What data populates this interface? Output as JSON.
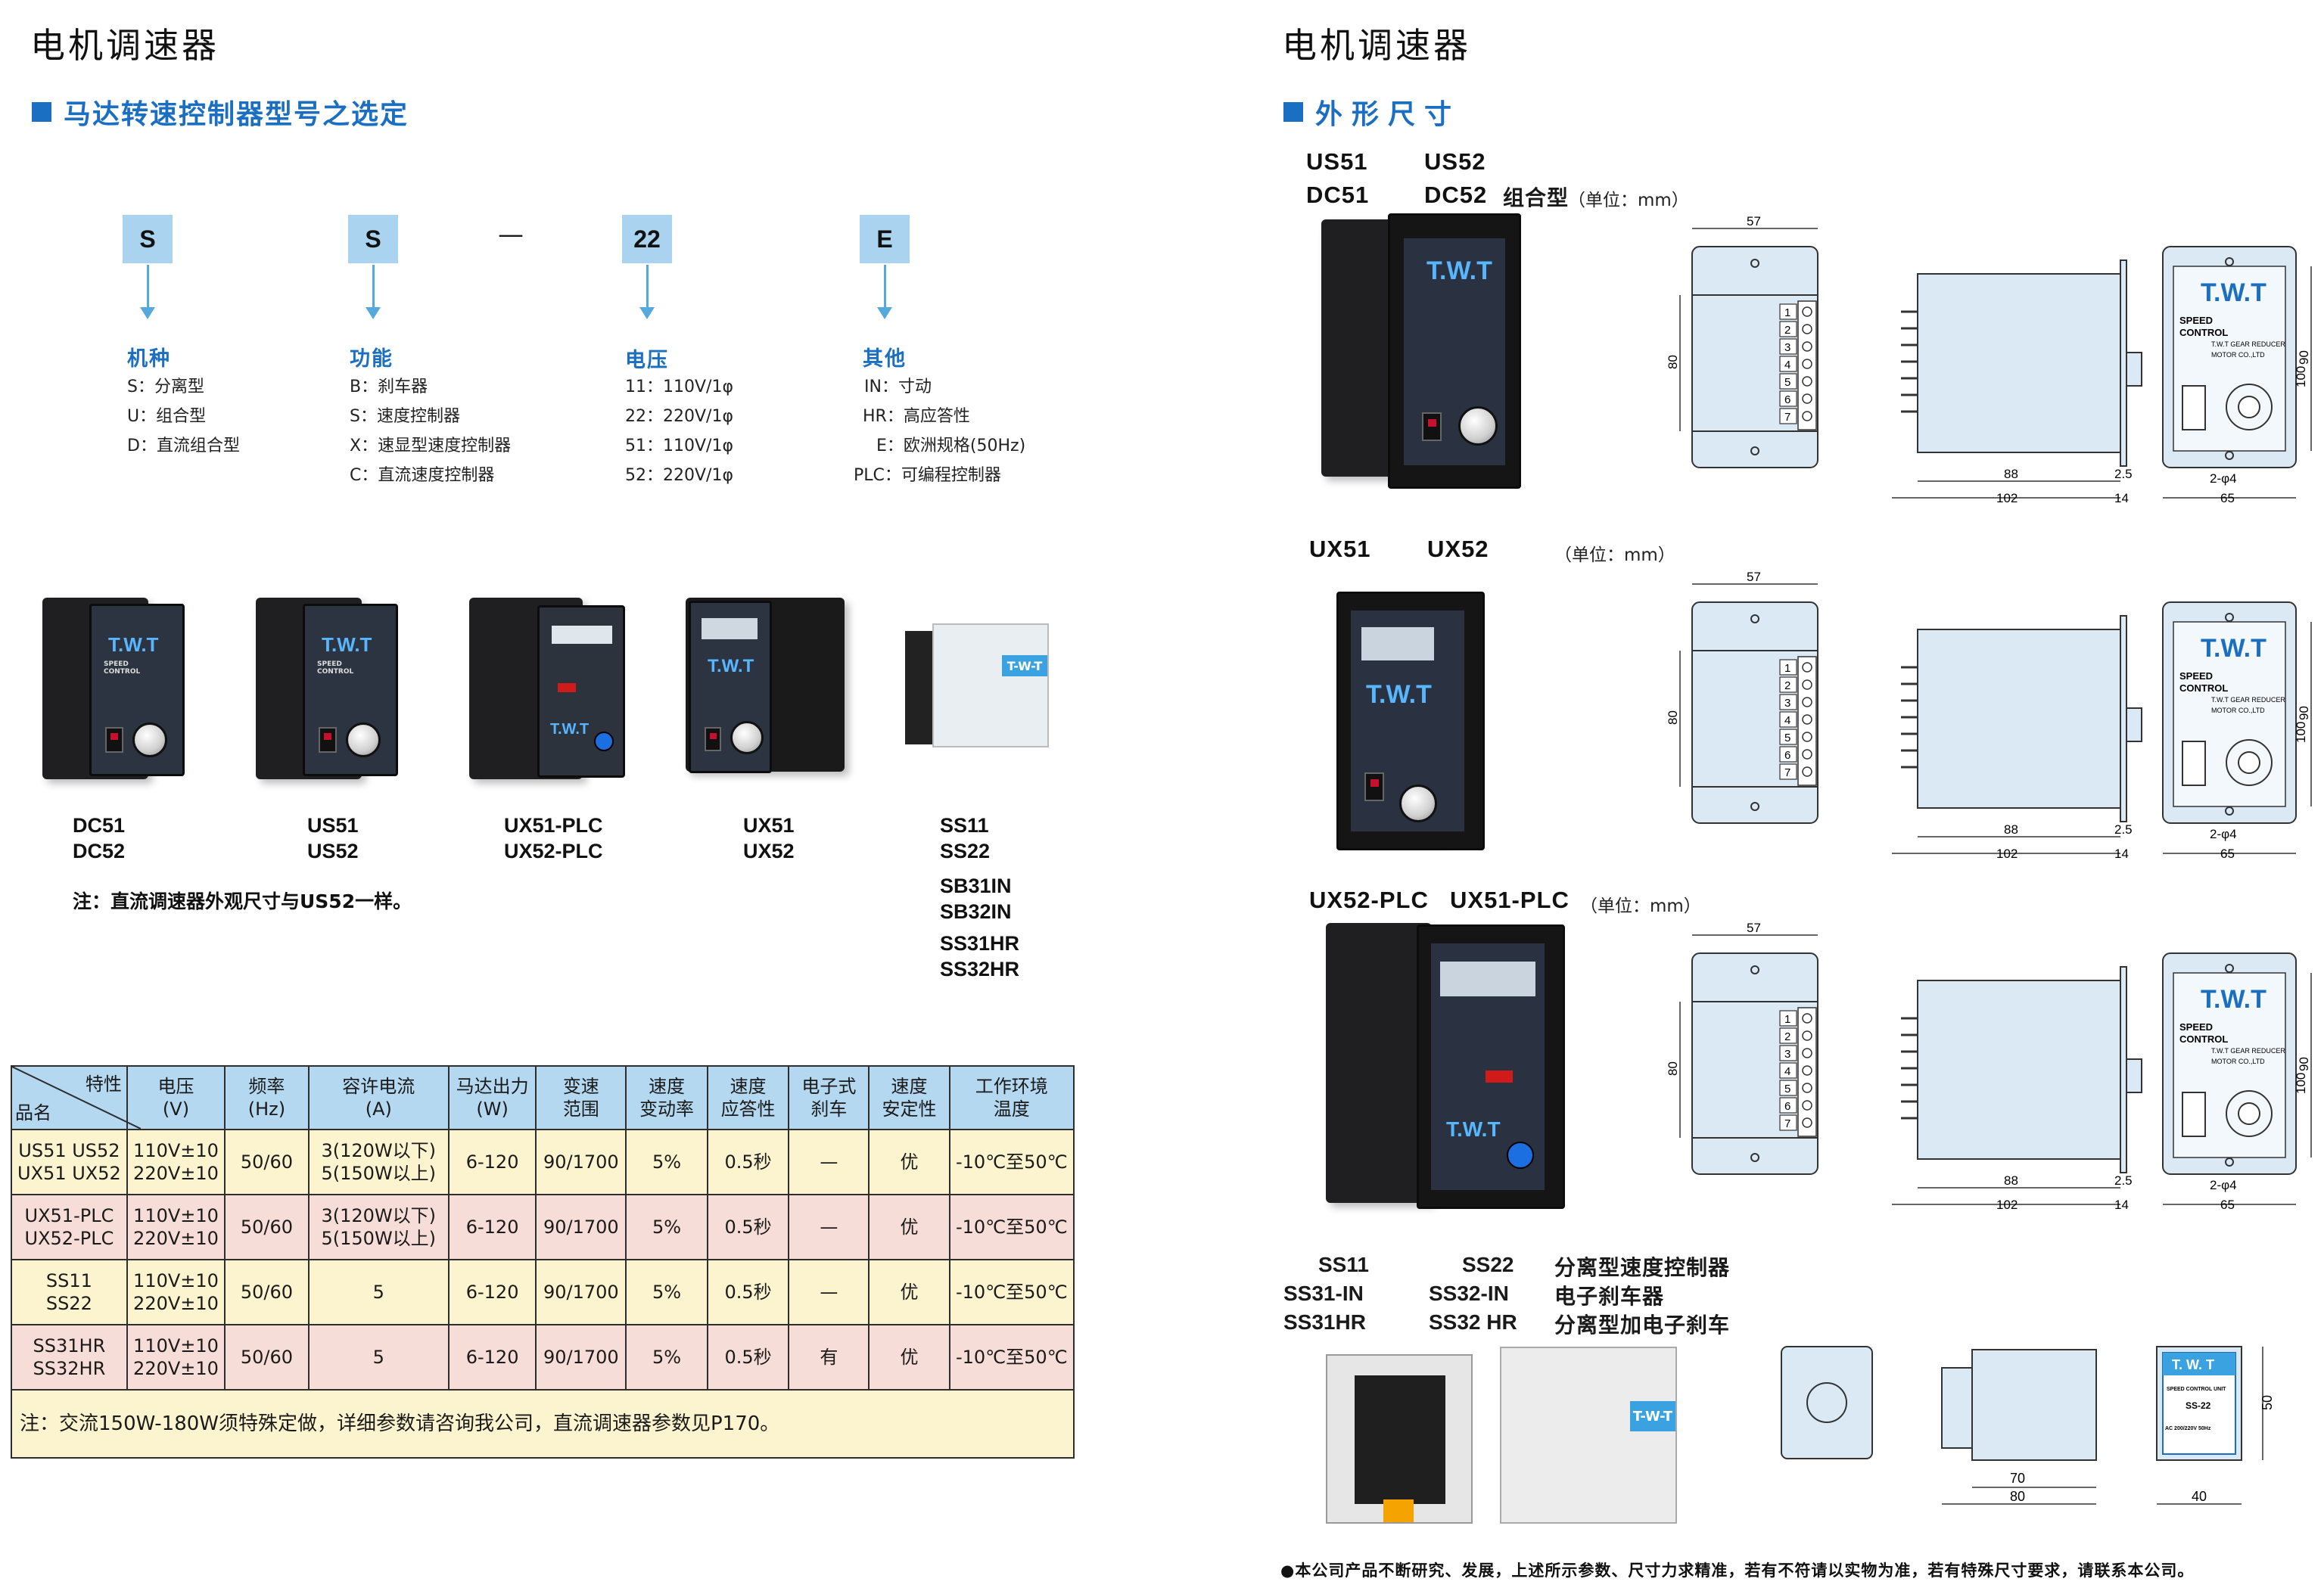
{
  "left": {
    "title": "电机调速器",
    "section": "马达转速控制器型号之选定",
    "codes": [
      {
        "letter": "S",
        "head": "机种",
        "lines": [
          "S：分离型",
          "U：组合型",
          "D：直流组合型"
        ]
      },
      {
        "letter": "S",
        "head": "功能",
        "lines": [
          "B：刹车器",
          "S：速度控制器",
          "X：速显型速度控制器",
          "C：直流速度控制器"
        ]
      },
      {
        "letter": "22",
        "head": "电压",
        "lines": [
          "11：110V/1φ",
          "22：220V/1φ",
          "51：110V/1φ",
          "52：220V/1φ"
        ]
      },
      {
        "letter": "E",
        "head": "其他",
        "lines": [
          "IN：寸动",
          "HR：高应答性",
          "E：欧洲规格(50Hz)",
          "PLC：可编程控制器"
        ]
      }
    ],
    "dash": "—",
    "products": [
      {
        "lines": [
          "DC51",
          "DC52"
        ]
      },
      {
        "lines": [
          "US51",
          "US52"
        ]
      },
      {
        "lines": [
          "UX51-PLC",
          "UX52-PLC"
        ]
      },
      {
        "lines": [
          "UX51",
          "UX52"
        ]
      },
      {
        "lines": [
          "SS11",
          "SS22",
          "SB31IN",
          "SB32IN",
          "SS31HR",
          "SS32HR"
        ]
      }
    ],
    "brand": "T.W.T",
    "brand_ss": "T-W-T",
    "speed_control": "SPEED CONTROL",
    "dc_note": "注：直流调速器外观尺寸与US52一样。",
    "table": {
      "header_top_right": "特性",
      "header_bottom_left": "品名",
      "columns": [
        "电压\n(V)",
        "频率\n(Hz)",
        "容许电流\n(A)",
        "马达出力\n(W)",
        "变速\n范围",
        "速度\n变动率",
        "速度\n应答性",
        "电子式\n刹车",
        "速度\n安定性",
        "工作环境\n温度"
      ],
      "rows": [
        [
          "US51  US52\nUX51  UX52",
          "110V±10\n220V±10",
          "50/60",
          "3(120W以下)\n5(150W以上)",
          "6-120",
          "90/1700",
          "5%",
          "0.5秒",
          "—",
          "优",
          "-10℃至50℃"
        ],
        [
          "UX51-PLC\nUX52-PLC",
          "110V±10\n220V±10",
          "50/60",
          "3(120W以下)\n5(150W以上)",
          "6-120",
          "90/1700",
          "5%",
          "0.5秒",
          "—",
          "优",
          "-10℃至50℃"
        ],
        [
          "SS11\nSS22",
          "110V±10\n220V±10",
          "50/60",
          "5",
          "6-120",
          "90/1700",
          "5%",
          "0.5秒",
          "—",
          "优",
          "-10℃至50℃"
        ],
        [
          "SS31HR\nSS32HR",
          "110V±10\n220V±10",
          "50/60",
          "5",
          "6-120",
          "90/1700",
          "5%",
          "0.5秒",
          "有",
          "优",
          "-10℃至50℃"
        ]
      ],
      "footnote": "注：交流150W-180W须特殊定做，详细参数请咨询我公司，直流调速器参数见P170。"
    }
  },
  "right": {
    "title": "电机调速器",
    "section": "外形尺寸",
    "group1": {
      "line1a": "US51",
      "line1b": "US52",
      "line2a": "DC51",
      "line2b": "DC52",
      "type": "组合型",
      "unit": "（单位：mm）"
    },
    "group2": {
      "a": "UX51",
      "b": "UX52",
      "unit": "（单位：mm）"
    },
    "group3": {
      "a": "UX52-PLC",
      "b": "UX51-PLC",
      "unit": "（单位：mm）"
    },
    "group4": {
      "r1a": "SS11",
      "r1b": "SS22",
      "r1c": "分离型速度控制器",
      "r2a": "SS31-IN",
      "r2b": "SS32-IN",
      "r2c": "电子刹车器",
      "r3a": "SS31HR",
      "r3b": "SS32 HR",
      "r3c": "分离型加电子刹车"
    },
    "dims": {
      "w57": "57",
      "h80": "80",
      "d88": "88",
      "d102": "102",
      "t25": "2.5",
      "t14": "14",
      "w65": "65",
      "h90": "90",
      "h100": "100",
      "hole": "2-φ4",
      "ss70": "70",
      "ss80": "80",
      "ss40": "40",
      "ss50": "50"
    },
    "terminals": [
      "1",
      "2",
      "3",
      "4",
      "5",
      "6",
      "7"
    ],
    "ss_label": {
      "brand": "T. W. T",
      "unit": "SPEED CONTROL UNIT",
      "model": "SS-22",
      "spec": "AC 200/220V 50Hz"
    },
    "front_label": {
      "brand": "T.W.T",
      "line1": "SPEED",
      "line2": "CONTROL",
      "line3": "T.W.T GEAR REDUCER",
      "line4": "MOTOR CO.,LTD"
    },
    "footer": "●本公司产品不断研究、发展，上述所示参数、尺寸力求精准，若有不符请以实物为准，若有特殊尺寸要求，请联系本公司。"
  }
}
